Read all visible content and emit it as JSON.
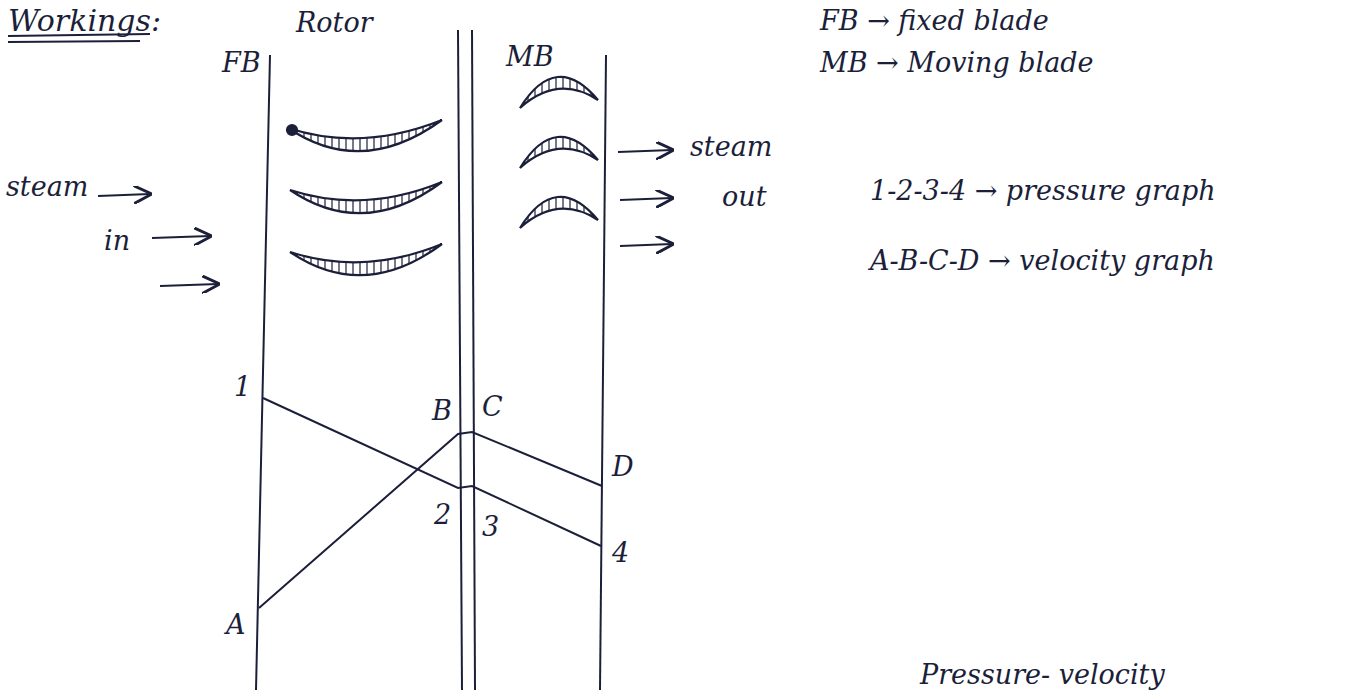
{
  "diagram": {
    "title": "Workings:",
    "labels": [
      "Rotor",
      "FB",
      "MB",
      "FB → fixed blade",
      "MB → Moving blade",
      "steam",
      "in",
      "steam",
      "out",
      "1-2-3-4 → pressure graph",
      "A-B-C-D → velocity graph",
      "1",
      "2",
      "3",
      "4",
      "A",
      "B",
      "C",
      "D",
      "Pressure- velocity"
    ]
  }
}
